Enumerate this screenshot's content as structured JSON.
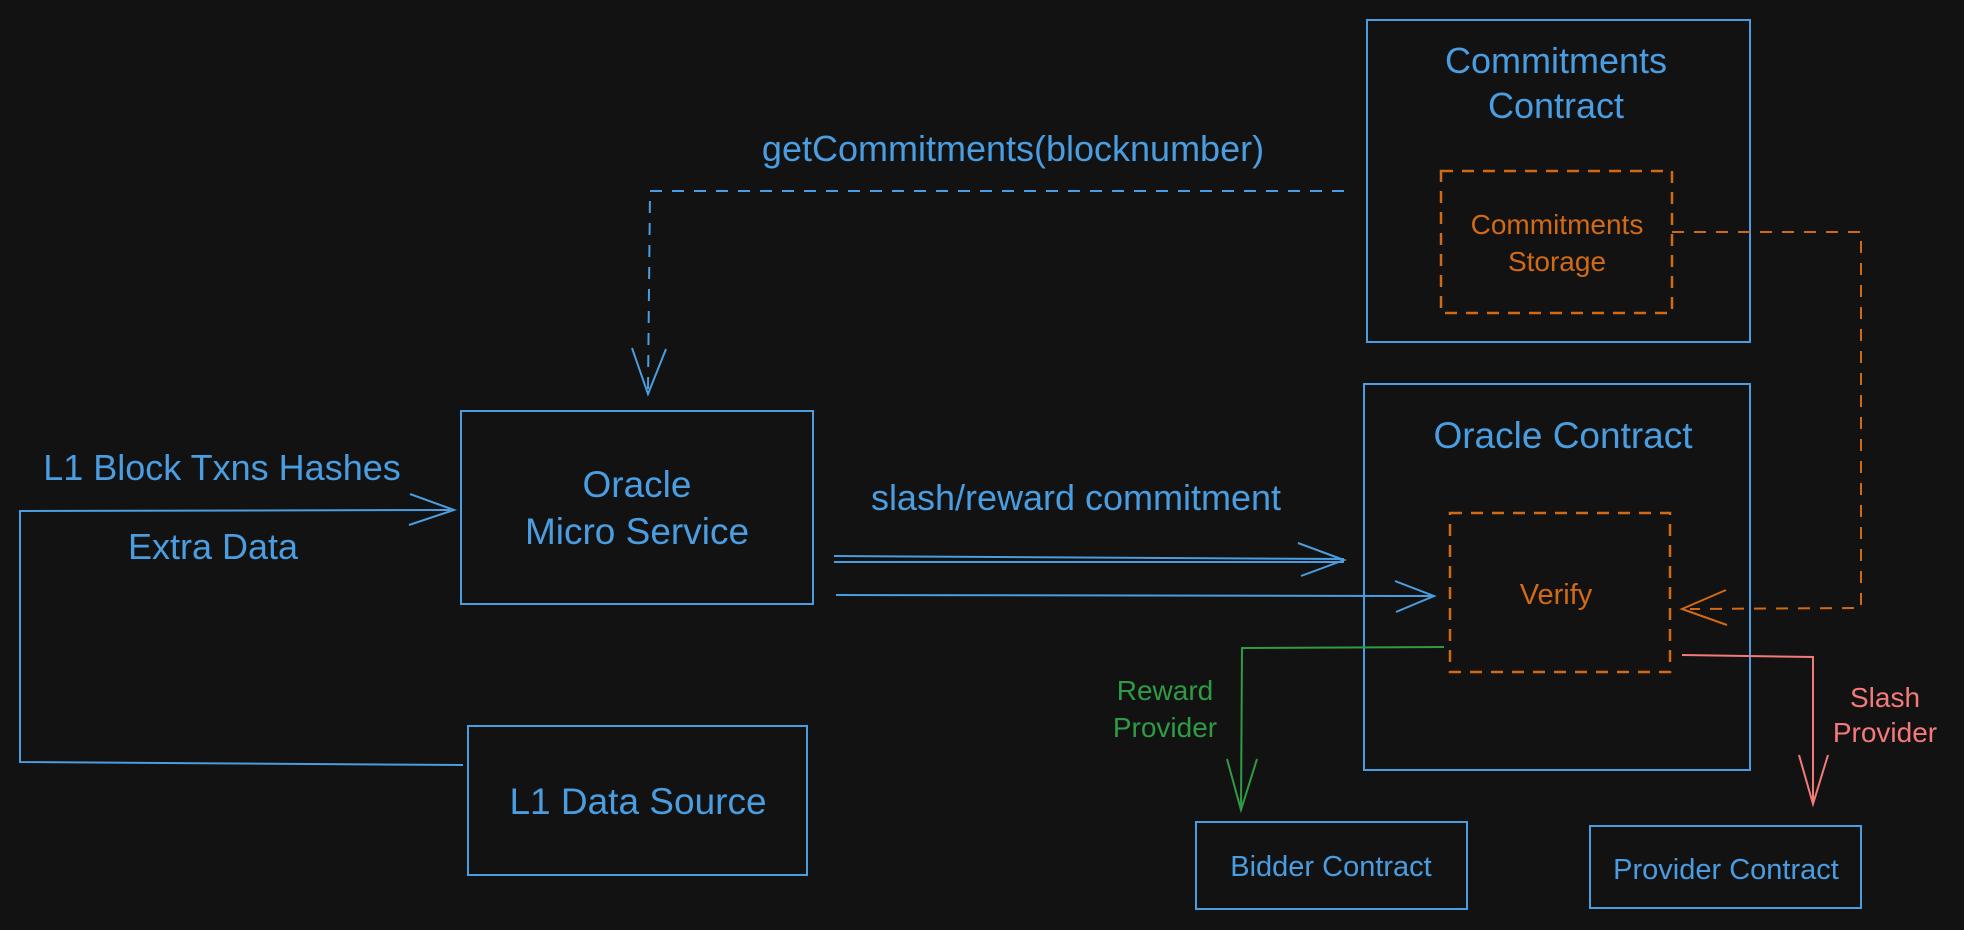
{
  "nodes": {
    "commitments_contract": {
      "line1": "Commitments",
      "line2": "Contract"
    },
    "commitments_storage": {
      "line1": "Commitments",
      "line2": "Storage"
    },
    "oracle_contract": {
      "label": "Oracle Contract"
    },
    "verify": {
      "label": "Verify"
    },
    "oracle_micro_service": {
      "line1": "Oracle",
      "line2": "Micro Service"
    },
    "l1_data_source": {
      "label": "L1 Data Source"
    },
    "bidder_contract": {
      "label": "Bidder Contract"
    },
    "provider_contract": {
      "label": "Provider Contract"
    }
  },
  "edges": {
    "get_commitments": {
      "label": "getCommitments(blocknumber)"
    },
    "slash_reward": {
      "label": "slash/reward commitment"
    },
    "l1_input": {
      "label1": "L1 Block Txns Hashes",
      "label2": "Extra Data"
    },
    "reward_provider": {
      "line1": "Reward",
      "line2": "Provider"
    },
    "slash_provider": {
      "line1": "Slash",
      "line2": "Provider"
    }
  },
  "colors": {
    "background": "#121212",
    "blue": "#4a9de0",
    "orange": "#d06a15",
    "green": "#2e9c44",
    "red": "#f47a7a"
  }
}
